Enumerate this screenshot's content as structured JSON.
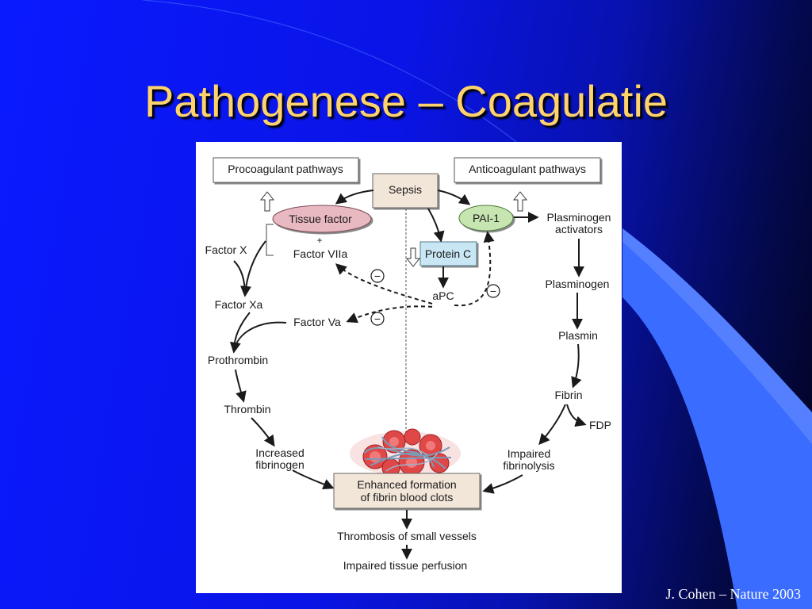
{
  "slide": {
    "title": "Pathogenese – Coagulatie",
    "citation": "J. Cohen – Nature 2003",
    "colors": {
      "title": "#ffd36b",
      "background": "#0a1aff",
      "accent": "#3a6cff"
    }
  },
  "diagram": {
    "procoagulant_header": "Procoagulant pathways",
    "anticoagulant_header": "Anticoagulant pathways",
    "sepsis": "Sepsis",
    "tissue_factor": "Tissue factor",
    "pai1": "PAI-1",
    "protein_c": "Protein C",
    "apc": "aPC",
    "plus": "+",
    "factor_viia": "Factor VIIa",
    "factor_x": "Factor X",
    "factor_xa": "Factor Xa",
    "factor_va": "Factor Va",
    "prothrombin": "Prothrombin",
    "thrombin": "Thrombin",
    "increased_fibrinogen_1": "Increased",
    "increased_fibrinogen_2": "fibrinogen",
    "plasminogen_activators_1": "Plasminogen",
    "plasminogen_activators_2": "activators",
    "plasminogen": "Plasminogen",
    "plasmin": "Plasmin",
    "fibrin": "Fibrin",
    "fdp": "FDP",
    "impaired_fibrinolysis_1": "Impaired",
    "impaired_fibrinolysis_2": "fibrinolysis",
    "enhanced_formation_1": "Enhanced formation",
    "enhanced_formation_2": "of fibrin blood clots",
    "thrombosis": "Thrombosis of small vessels",
    "perfusion": "Impaired tissue perfusion",
    "inhibit_symbol": "−",
    "colors": {
      "tissue_factor_fill": "#e8b9c0",
      "pai1_fill": "#c7e5b0",
      "protein_c_fill": "#c8e6f4",
      "box_fill": "#f2e6d8",
      "clot_red": "#e04848"
    }
  }
}
